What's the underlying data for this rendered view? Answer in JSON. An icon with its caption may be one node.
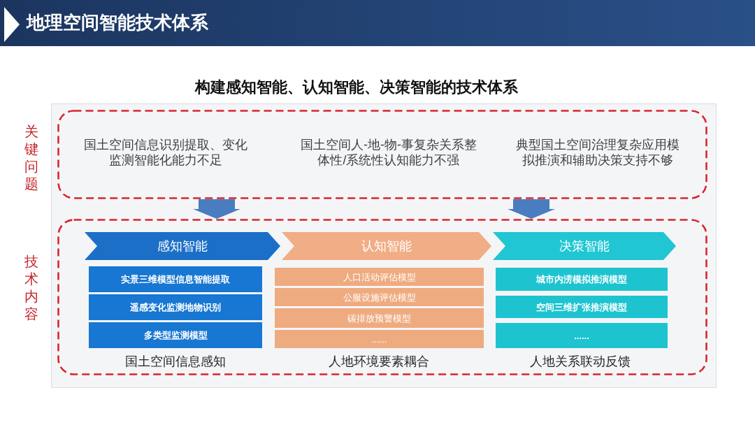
{
  "diagram": {
    "title": "地理空间智能技术体系",
    "nodes": [
      {
        "text": [
          "国土空间信息识别提取、变化监测智能化能力不足",
          "国土空间人-地-物-事复杂关系整体性/系统性认知能力不强",
          "典型国土空间治理复杂应用模拟推演和辅助决策支持不够"
        ],
        "beside": [
          "关键问题"
        ]
      },
      {
        "text": [
          "国土空间信息感知",
          "人地环境要素耦合",
          "人地关系联动反馈"
        ],
        "beside": [
          "技术内容"
        ]
      },
      {
        "text": [
          "感知智能"
        ],
        "in": 1
      },
      {
        "text": [
          "实景三维模型信息智能提取"
        ],
        "in": 1
      },
      {
        "text": [
          "遥感变化监测地物识别"
        ],
        "in": 1
      },
      {
        "text": [
          "多类型监测模型"
        ],
        "in": 1
      },
      {
        "text": [
          "认知智能"
        ],
        "in": 1
      },
      {
        "text": [
          "人口活动评估模型"
        ],
        "in": 1
      },
      {
        "text": [
          "公服设施评估模型"
        ],
        "in": 1
      },
      {
        "text": [
          "碳排放预警模型"
        ],
        "in": 1
      },
      {
        "text": [
          "......"
        ],
        "in": 1
      },
      {
        "text": [
          "决策智能"
        ],
        "in": 1
      },
      {
        "text": [
          "城市内涝模拟推演模型"
        ],
        "in": 1
      },
      {
        "text": [
          "空间三维扩张推演模型"
        ],
        "in": 1
      },
      {
        "text": [
          "......"
        ],
        "in": 1
      }
    ],
    "edges": [
      {
        "from": 0,
        "to": 1,
        "arrow": "to"
      },
      {
        "from": 0,
        "to": 1,
        "arrow": "to"
      }
    ],
    "labels": [
      "构建感知智能、认知智能、决策智能的技术体系"
    ]
  }
}
